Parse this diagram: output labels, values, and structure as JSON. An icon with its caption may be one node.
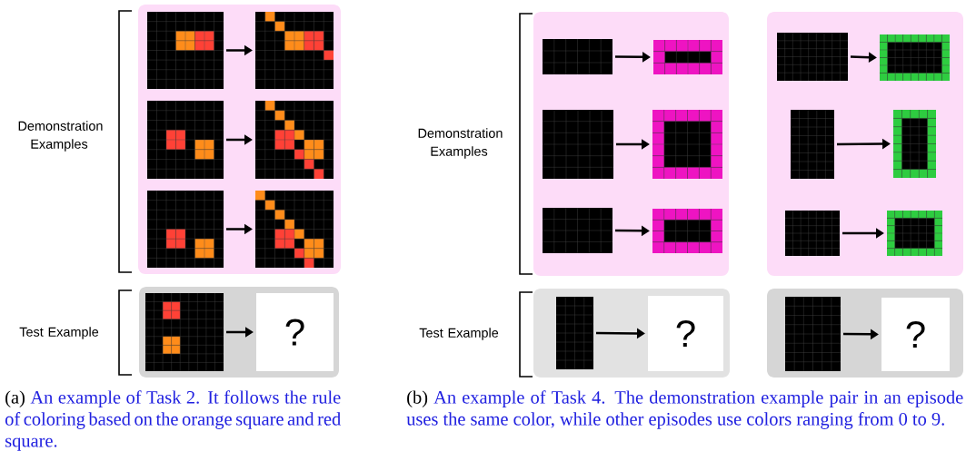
{
  "diagram": {
    "nodes": [
      {
        "text": [],
        "shape": "box"
      },
      {
        "text": [],
        "shape": "grid",
        "in": 0
      },
      {
        "text": [],
        "shape": "grid",
        "in": 0
      },
      {
        "text": [],
        "shape": "grid",
        "in": 0
      },
      {
        "text": [],
        "shape": "grid",
        "in": 0
      },
      {
        "text": [],
        "shape": "grid",
        "in": 0
      },
      {
        "text": [],
        "shape": "grid",
        "in": 0
      },
      {
        "text": [],
        "shape": "box"
      },
      {
        "text": [],
        "shape": "grid",
        "in": 7
      },
      {
        "text": [
          "?"
        ],
        "in": 7
      },
      {
        "text": [],
        "shape": "box"
      },
      {
        "text": [],
        "shape": "grid",
        "in": 10
      },
      {
        "text": [],
        "shape": "grid",
        "in": 10
      },
      {
        "text": [],
        "shape": "grid",
        "in": 10
      },
      {
        "text": [],
        "shape": "grid",
        "in": 10
      },
      {
        "text": [],
        "shape": "grid",
        "in": 10
      },
      {
        "text": [],
        "shape": "grid",
        "in": 10
      },
      {
        "text": [],
        "shape": "box"
      },
      {
        "text": [],
        "shape": "grid",
        "in": 17
      },
      {
        "text": [],
        "shape": "grid",
        "in": 17
      },
      {
        "text": [],
        "shape": "grid",
        "in": 17
      },
      {
        "text": [],
        "shape": "grid",
        "in": 17
      },
      {
        "text": [],
        "shape": "grid",
        "in": 17
      },
      {
        "text": [],
        "shape": "grid",
        "in": 17
      },
      {
        "text": [],
        "shape": "box"
      },
      {
        "text": [],
        "shape": "grid",
        "in": 24
      },
      {
        "text": [
          "?"
        ],
        "in": 24
      },
      {
        "text": [],
        "shape": "box"
      },
      {
        "text": [],
        "shape": "grid",
        "in": 27
      },
      {
        "text": [
          "?"
        ],
        "in": 27
      }
    ],
    "edges": [
      {
        "from": 1,
        "to": 2,
        "arrow": "to"
      },
      {
        "from": 3,
        "to": 4,
        "arrow": "to"
      },
      {
        "from": 5,
        "to": 6,
        "arrow": "to"
      },
      {
        "from": 8,
        "to": 9,
        "arrow": "to"
      },
      {
        "from": 11,
        "to": 12,
        "arrow": "to"
      },
      {
        "from": 13,
        "to": 14,
        "arrow": "to"
      },
      {
        "from": 15,
        "to": 16,
        "arrow": "to"
      },
      {
        "from": 18,
        "to": 19,
        "arrow": "to"
      },
      {
        "from": 20,
        "to": 21,
        "arrow": "to"
      },
      {
        "from": 22,
        "to": 23,
        "arrow": "to"
      },
      {
        "from": 25,
        "to": 26,
        "arrow": "to"
      },
      {
        "from": 28,
        "to": 29,
        "arrow": "to"
      }
    ],
    "labels": [
      "Demonstration Examples",
      "Test Example",
      "Demonstration Examples",
      "Test Example",
      "(a)",
      "An example of Task 2. It follows the rule of coloring based on the orange square and red square.",
      "(b)",
      "An example of Task 4. The demonstration example pair in an episode uses the same color, while other episodes use colors ranging from 0 to 9."
    ]
  }
}
